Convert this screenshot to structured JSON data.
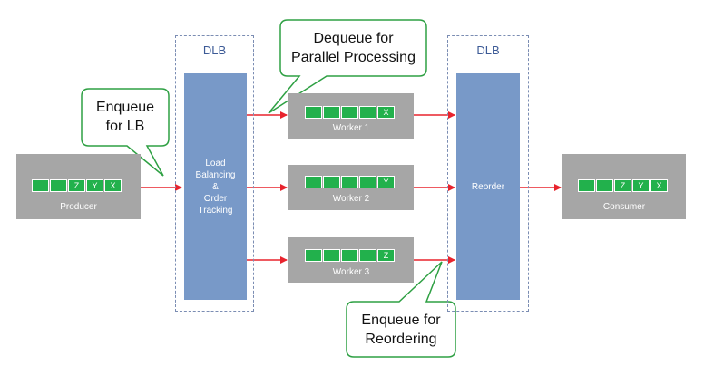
{
  "dlb_left": {
    "title": "DLB",
    "block_label_lines": [
      "Load",
      "Balancing",
      "&",
      "Order",
      "Tracking"
    ]
  },
  "dlb_right": {
    "title": "DLB",
    "block_label": "Reorder"
  },
  "producer": {
    "label": "Producer",
    "queue": [
      "",
      "",
      "Z",
      "Y",
      "X"
    ]
  },
  "workers": [
    {
      "label": "Worker 1",
      "queue": [
        "",
        "",
        "",
        "",
        "X"
      ]
    },
    {
      "label": "Worker 2",
      "queue": [
        "",
        "",
        "",
        "",
        "Y"
      ]
    },
    {
      "label": "Worker 3",
      "queue": [
        "",
        "",
        "",
        "",
        "Z"
      ]
    }
  ],
  "consumer": {
    "label": "Consumer",
    "queue": [
      "",
      "",
      "Z",
      "Y",
      "X"
    ]
  },
  "callouts": {
    "enqueue_lb": [
      "Enqueue",
      "for LB"
    ],
    "dequeue": [
      "Dequeue for",
      "Parallel Processing"
    ],
    "enqueue_reorder": [
      "Enqueue for",
      "Reordering"
    ]
  },
  "colors": {
    "arrow": "#e8232d",
    "callout_border": "#2ea043",
    "queue_cell": "#22b14c",
    "block_blue": "#7899c8",
    "box_grey": "#a6a6a6"
  }
}
